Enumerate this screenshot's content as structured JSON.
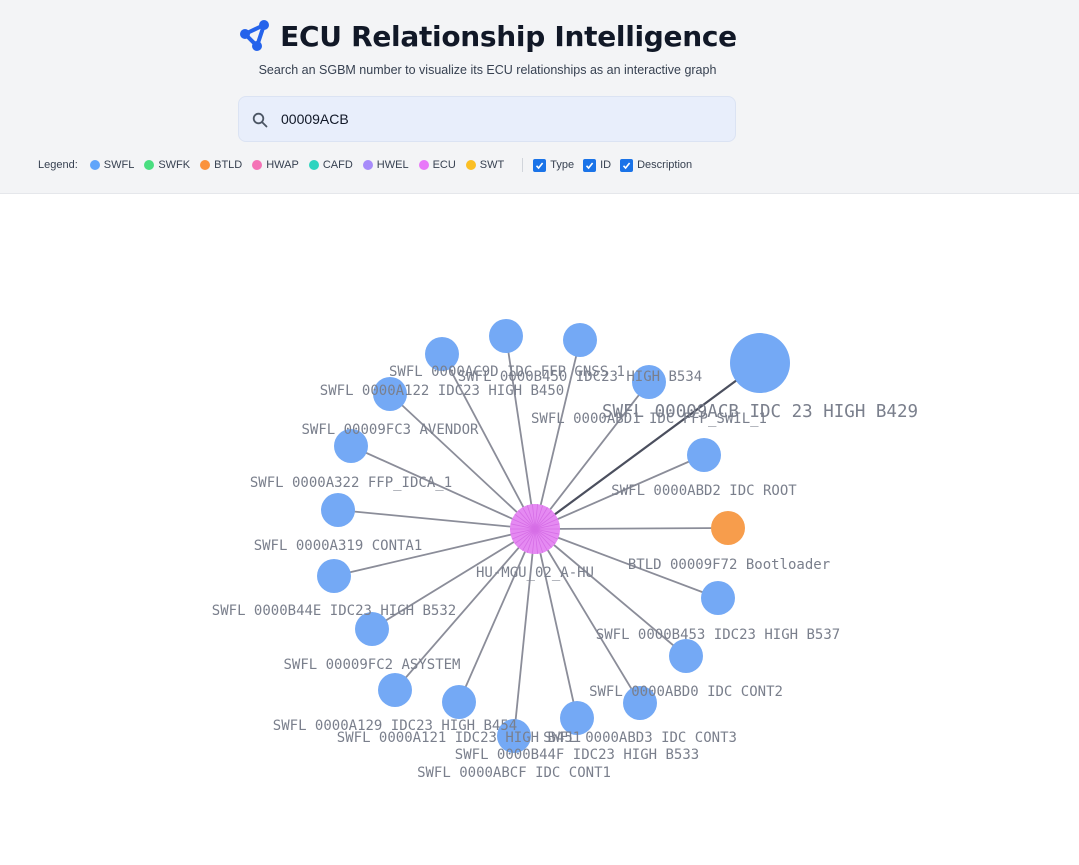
{
  "header": {
    "title": "ECU Relationship Intelligence",
    "subtitle": "Search an SGBM number to visualize its ECU relationships as an interactive graph",
    "title_icon": "share-nodes-icon"
  },
  "search": {
    "value": "00009ACB",
    "icon": "search-icon"
  },
  "legend": {
    "label": "Legend:",
    "items": [
      {
        "label": "SWFL",
        "color": "#60a5fa"
      },
      {
        "label": "SWFK",
        "color": "#4ade80"
      },
      {
        "label": "BTLD",
        "color": "#fb923c"
      },
      {
        "label": "HWAP",
        "color": "#f472b6"
      },
      {
        "label": "CAFD",
        "color": "#2dd4bf"
      },
      {
        "label": "HWEL",
        "color": "#a78bfa"
      },
      {
        "label": "ECU",
        "color": "#e879f9"
      },
      {
        "label": "SWT",
        "color": "#fbbf24"
      }
    ],
    "toggles": [
      {
        "label": "Type",
        "checked": true
      },
      {
        "label": "ID",
        "checked": true
      },
      {
        "label": "Description",
        "checked": true
      }
    ]
  },
  "colors": {
    "swfl": "#74a9f5",
    "btld": "#f79d4c",
    "ecu": "#e58af2",
    "edge": "#8b8d99",
    "edge_highlight": "#4b4f5e",
    "label": "#7a7f8c"
  },
  "graph": {
    "center": {
      "label": "HU-MGU_02_A-HU",
      "type": "ECU"
    },
    "nodes": [
      {
        "label": "SWFL 00009ACB IDC 23 HIGH B429",
        "type": "SWFL",
        "focus": true
      },
      {
        "label": "SWFL 0000AC9D IDC FFP GNSS 1",
        "type": "SWFL"
      },
      {
        "label": "SWFL 0000B450 IDC23 HIGH B534",
        "type": "SWFL"
      },
      {
        "label": "SWFL 0000A122 IDC23 HIGH B450",
        "type": "SWFL"
      },
      {
        "label": "SWFL 0000ABD1 IDC FFP_SWIL_1",
        "type": "SWFL"
      },
      {
        "label": "SWFL 00009FC3 AVENDOR",
        "type": "SWFL"
      },
      {
        "label": "SWFL 0000ABD2 IDC ROOT",
        "type": "SWFL"
      },
      {
        "label": "SWFL 0000A322 FFP_IDCA_1",
        "type": "SWFL"
      },
      {
        "label": "BTLD 00009F72 Bootloader",
        "type": "BTLD"
      },
      {
        "label": "SWFL 0000A319 CONTA1",
        "type": "SWFL"
      },
      {
        "label": "SWFL 0000B44E IDC23 HIGH B532",
        "type": "SWFL"
      },
      {
        "label": "SWFL 0000B453 IDC23 HIGH B537",
        "type": "SWFL"
      },
      {
        "label": "SWFL 00009FC2 ASYSTEM",
        "type": "SWFL"
      },
      {
        "label": "SWFL 0000ABD0 IDC CONT2",
        "type": "SWFL"
      },
      {
        "label": "SWFL 0000A129 IDC23 HIGH B454",
        "type": "SWFL"
      },
      {
        "label": "SWFL 0000ABD3 IDC CONT3",
        "type": "SWFL"
      },
      {
        "label": "SWFL 0000A121 IDC23 HIGH B451",
        "type": "SWFL"
      },
      {
        "label": "SWFL 0000B44F IDC23 HIGH B533",
        "type": "SWFL"
      },
      {
        "label": "SWFL 0000ABCF IDC CONT1",
        "type": "SWFL"
      }
    ]
  }
}
